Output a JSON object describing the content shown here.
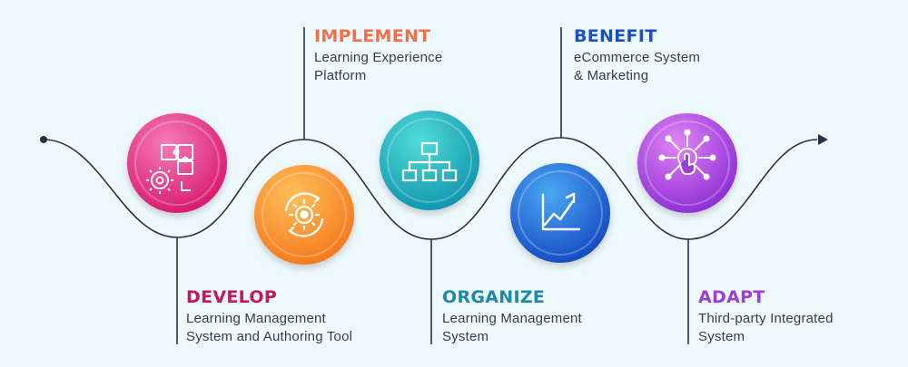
{
  "steps": [
    {
      "id": "develop",
      "title": "DEVELOP",
      "lines": [
        "Learning Management",
        "System and Authoring Tool"
      ],
      "color": "#c2185b",
      "icon": "puzzle-gear-icon"
    },
    {
      "id": "implement",
      "title": "IMPLEMENT",
      "lines": [
        "Learning Experience",
        "Platform"
      ],
      "color": "#f26f4a",
      "icon": "gear-cycle-icon"
    },
    {
      "id": "organize",
      "title": "ORGANIZE",
      "lines": [
        "Learning Management",
        "System"
      ],
      "color": "#1f8aa8",
      "icon": "hierarchy-icon"
    },
    {
      "id": "benefit",
      "title": "BENEFIT",
      "lines": [
        "eCommerce System",
        "& Marketing"
      ],
      "color": "#1e4fc2",
      "icon": "growth-chart-icon"
    },
    {
      "id": "adapt",
      "title": "ADAPT",
      "lines": [
        "Third-party Integrated",
        "System"
      ],
      "color": "#9b3fd6",
      "icon": "integration-hand-icon"
    }
  ],
  "colors": {
    "background": "#eef9fc",
    "path": "#2b2f4a",
    "develop_circle": [
      "#f25ea6",
      "#d8176f"
    ],
    "implement_circle": [
      "#ffb347",
      "#f57c1f"
    ],
    "organize_circle": [
      "#3dd2d2",
      "#0f9cb0"
    ],
    "benefit_circle": [
      "#3d9bf0",
      "#1552c4"
    ],
    "adapt_circle": [
      "#d46ff0",
      "#8e2fd6"
    ]
  }
}
